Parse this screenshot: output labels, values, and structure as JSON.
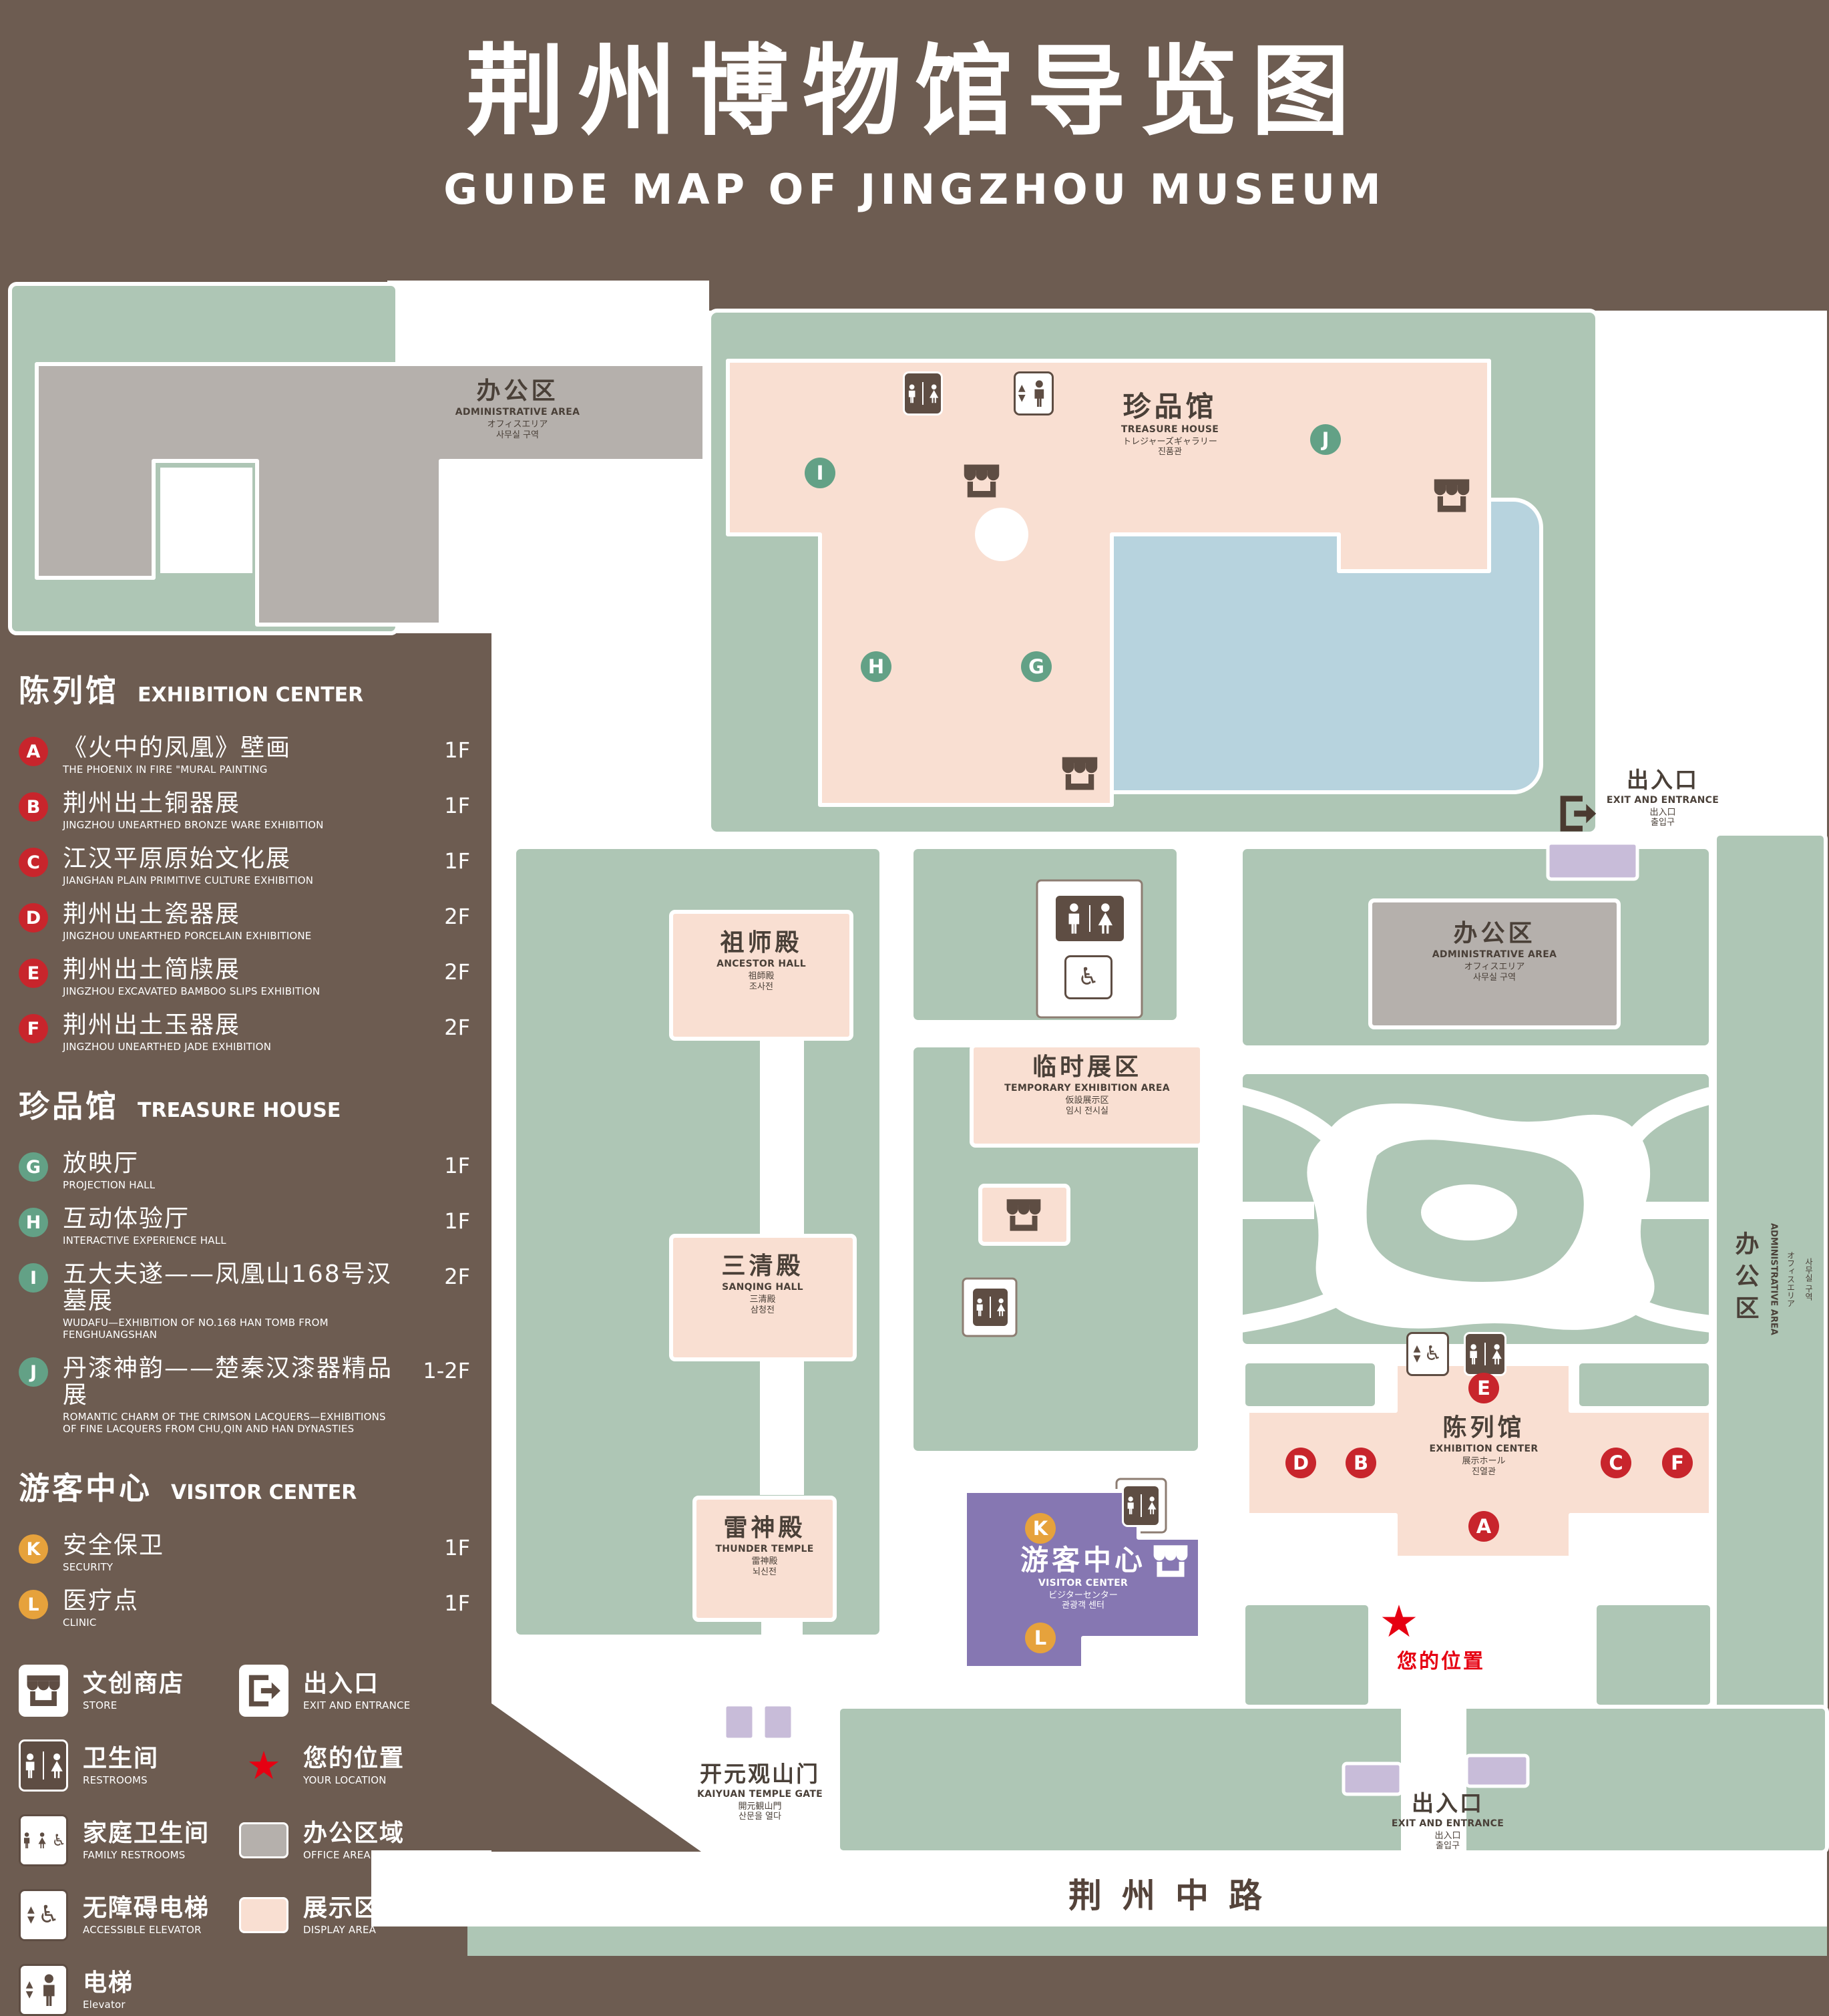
{
  "title": {
    "zh": "荆州博物馆导览图",
    "en": "GUIDE MAP OF JINGZHOU MUSEUM"
  },
  "legend": {
    "sections": [
      {
        "zh": "陈列馆",
        "en": "EXHIBITION CENTER",
        "items": [
          {
            "letter": "A",
            "zh": "《火中的凤凰》壁画",
            "en": "THE PHOENIX IN FIRE \"MURAL PAINTING",
            "floor": "1F"
          },
          {
            "letter": "B",
            "zh": "荆州出土铜器展",
            "en": "JINGZHOU UNEARTHED BRONZE WARE EXHIBITION",
            "floor": "1F"
          },
          {
            "letter": "C",
            "zh": "江汉平原原始文化展",
            "en": "JIANGHAN PLAIN PRIMITIVE CULTURE EXHIBITION",
            "floor": "1F"
          },
          {
            "letter": "D",
            "zh": "荆州出土瓷器展",
            "en": "JINGZHOU UNEARTHED PORCELAIN EXHIBITIONE",
            "floor": "2F"
          },
          {
            "letter": "E",
            "zh": "荆州出土简牍展",
            "en": "JINGZHOU EXCAVATED BAMBOO SLIPS EXHIBITION",
            "floor": "2F"
          },
          {
            "letter": "F",
            "zh": "荆州出土玉器展",
            "en": "JINGZHOU UNEARTHED JADE EXHIBITION",
            "floor": "2F"
          }
        ]
      },
      {
        "zh": "珍品馆",
        "en": "TREASURE HOUSE",
        "items": [
          {
            "letter": "G",
            "zh": "放映厅",
            "en": "PROJECTION HALL",
            "floor": "1F"
          },
          {
            "letter": "H",
            "zh": "互动体验厅",
            "en": "INTERACTIVE EXPERIENCE HALL",
            "floor": "1F"
          },
          {
            "letter": "I",
            "zh": "五大夫遂——凤凰山168号汉墓展",
            "en": "WUDAFU—EXHIBITION OF NO.168 HAN TOMB FROM FENGHUANGSHAN",
            "floor": "2F"
          },
          {
            "letter": "J",
            "zh": "丹漆神韵——楚秦汉漆器精品展",
            "en": "ROMANTIC CHARM OF THE CRIMSON LACQUERS—EXHIBITIONS OF FINE LACQUERS FROM CHU,QIN AND HAN DYNASTIES",
            "floor": "1-2F"
          }
        ]
      },
      {
        "zh": "游客中心",
        "en": "VISITOR CENTER",
        "items": [
          {
            "letter": "K",
            "zh": "安全保卫",
            "en": "SECURITY",
            "floor": "1F"
          },
          {
            "letter": "L",
            "zh": "医疗点",
            "en": "CLINIC",
            "floor": "1F"
          }
        ]
      }
    ],
    "symbols": [
      {
        "icon": "store",
        "zh": "文创商店",
        "en": "STORE"
      },
      {
        "icon": "exit",
        "zh": "出入口",
        "en": "EXIT AND ENTRANCE"
      },
      {
        "icon": "restroom",
        "zh": "卫生间",
        "en": "RESTROOMS"
      },
      {
        "icon": "location",
        "zh": "您的位置",
        "en": "YOUR LOCATION"
      },
      {
        "icon": "family",
        "zh": "家庭卫生间",
        "en": "FAMILY RESTROOMS"
      },
      {
        "icon": "office",
        "zh": "办公区域",
        "en": "OFFICE AREA"
      },
      {
        "icon": "accessible",
        "zh": "无障碍电梯",
        "en": "ACCESSIBLE ELEVATOR"
      },
      {
        "icon": "display",
        "zh": "展示区域",
        "en": "DISPLAY AREA"
      },
      {
        "icon": "elevator",
        "zh": "电梯",
        "en": "Elevator"
      }
    ]
  },
  "map": {
    "admin_nw": {
      "zh": "办公区",
      "en": "ADMINISTRATIVE AREA",
      "ja": "オフィスエリア",
      "ko": "사무실 구역"
    },
    "treasure": {
      "zh": "珍品馆",
      "en": "TREASURE HOUSE",
      "ja": "トレジャーズギャラリー",
      "ko": "진품관"
    },
    "ancestor": {
      "zh": "祖师殿",
      "en": "ANCESTOR HALL",
      "ja": "祖師殿",
      "ko": "조사전"
    },
    "sanqing": {
      "zh": "三清殿",
      "en": "SANQING HALL",
      "ja": "三清殿",
      "ko": "삼청전"
    },
    "thunder": {
      "zh": "雷神殿",
      "en": "THUNDER TEMPLE",
      "ja": "雷神殿",
      "ko": "뇌신전"
    },
    "temporary": {
      "zh": "临时展区",
      "en": "TEMPORARY EXHIBITION AREA",
      "ja": "仮設展示区",
      "ko": "임시 전시실"
    },
    "admin_e": {
      "zh": "办公区",
      "en": "ADMINISTRATIVE AREA",
      "ja": "オフィスエリア",
      "ko": "사무실 구역"
    },
    "admin_strip": {
      "zh": "办公区",
      "en": "ADMINISTRATIVE AREA",
      "ja": "オフィスエリア",
      "ko": "사무실 구역"
    },
    "exhibition": {
      "zh": "陈列馆",
      "en": "EXHIBITION CENTER",
      "ja": "展示ホール",
      "ko": "진열관"
    },
    "visitor": {
      "zh": "游客中心",
      "en": "VISITOR CENTER",
      "ja": "ビジターセンター",
      "ko": "관광객 센터"
    },
    "exit_ne": {
      "zh": "出入口",
      "en": "EXIT AND ENTRANCE",
      "ja": "出入口",
      "ko": "출입구"
    },
    "exit_s": {
      "zh": "出入口",
      "en": "EXIT AND ENTRANCE",
      "ja": "出入口",
      "ko": "출입구"
    },
    "gate": {
      "zh": "开元观山门",
      "en": "KAIYUAN TEMPLE GATE",
      "ja": "開元観山門",
      "ko": "산문을 열다"
    },
    "your_location": "您的位置",
    "road": "荆州中路",
    "markers": {
      "a": "A",
      "b": "B",
      "c": "C",
      "d": "D",
      "e": "E",
      "f": "F",
      "g": "G",
      "h": "H",
      "i": "I",
      "j": "J",
      "k": "K",
      "l": "L"
    }
  },
  "colors": {
    "background": "#6d5c51",
    "map_paths": "#ffffff",
    "green_area": "#aec6b5",
    "display_area": "#f9dfd2",
    "office_area": "#b5b0ac",
    "visitor_center": "#8677b2",
    "entrance_buildings": "#c8bcd9",
    "pond": "#b7d3de",
    "marker_red": "#c8252c",
    "marker_green": "#63a186",
    "marker_orange": "#e6a23c",
    "location_red": "#e60012"
  }
}
